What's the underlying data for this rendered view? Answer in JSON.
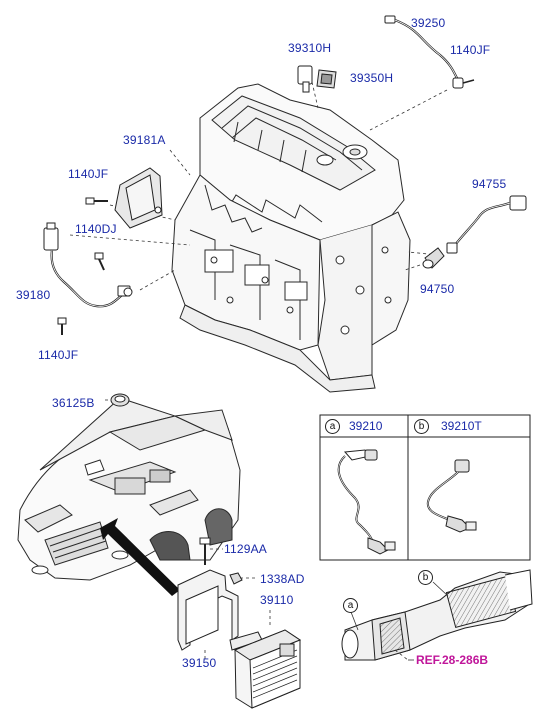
{
  "labels": {
    "p39250": "39250",
    "p1140jf_top": "1140JF",
    "p39310h": "39310H",
    "p39350h": "39350H",
    "p39181a": "39181A",
    "p1140jf_left": "1140JF",
    "p1140dj": "1140DJ",
    "p39180": "39180",
    "p1140jf_bottom": "1140JF",
    "p94755": "94755",
    "p94750": "94750",
    "p36125b": "36125B",
    "p1129aa": "1129AA",
    "p1338ad": "1338AD",
    "p39110": "39110",
    "p39150": "39150"
  },
  "sensor_table": {
    "a_key": "a",
    "a_part": "39210",
    "b_key": "b",
    "b_part": "39210T"
  },
  "catalyst": {
    "a_key": "a",
    "b_key": "b",
    "ref": "REF.28-286B"
  },
  "colors": {
    "label": "#1a2aa8",
    "ref": "#c0169a",
    "line": "#222222"
  }
}
